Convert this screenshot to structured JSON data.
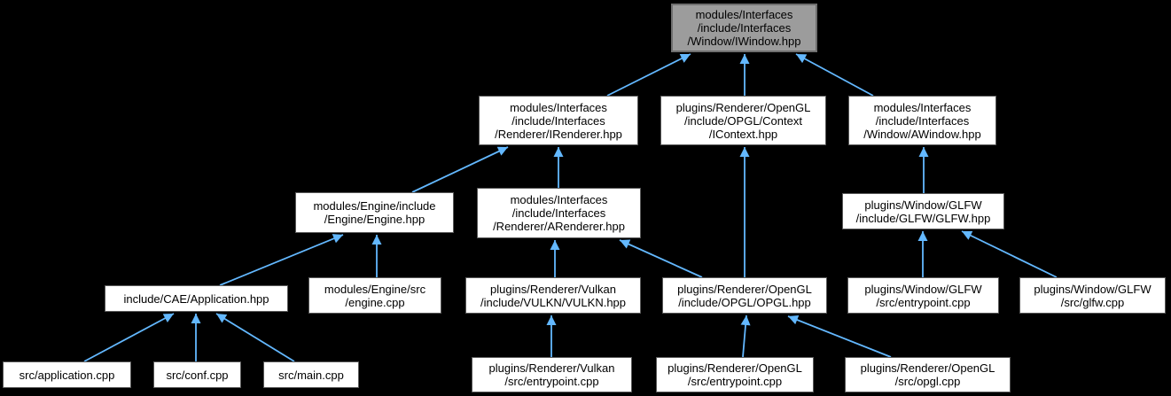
{
  "diagram": {
    "kind": "include-dependency-graph",
    "colors": {
      "background": "#000000",
      "edge": "#63b8ff",
      "node_background": "#ffffff",
      "node_border": "#595959",
      "highlight_background": "#9c9c9c",
      "highlight_border": "#6f6f6f",
      "text": "#000000"
    }
  },
  "nodes": [
    {
      "id": "iwindow-hpp",
      "label": "modules/Interfaces\n/include/Interfaces\n/Window/IWindow.hpp",
      "highlighted": true
    },
    {
      "id": "irenderer-hpp",
      "label": "modules/Interfaces\n/include/Interfaces\n/Renderer/IRenderer.hpp",
      "highlighted": false
    },
    {
      "id": "icontext-hpp",
      "label": "plugins/Renderer/OpenGL\n/include/OPGL/Context\n/IContext.hpp",
      "highlighted": false
    },
    {
      "id": "awindow-hpp",
      "label": "modules/Interfaces\n/include/Interfaces\n/Window/AWindow.hpp",
      "highlighted": false
    },
    {
      "id": "engine-hpp",
      "label": "modules/Engine/include\n/Engine/Engine.hpp",
      "highlighted": false
    },
    {
      "id": "arenderer-hpp",
      "label": "modules/Interfaces\n/include/Interfaces\n/Renderer/ARenderer.hpp",
      "highlighted": false
    },
    {
      "id": "glfw-hpp",
      "label": "plugins/Window/GLFW\n/include/GLFW/GLFW.hpp",
      "highlighted": false
    },
    {
      "id": "application-hpp",
      "label": "include/CAE/Application.hpp",
      "highlighted": false
    },
    {
      "id": "engine-cpp",
      "label": "modules/Engine/src\n/engine.cpp",
      "highlighted": false
    },
    {
      "id": "vulkn-hpp",
      "label": "plugins/Renderer/Vulkan\n/include/VULKN/VULKN.hpp",
      "highlighted": false
    },
    {
      "id": "opgl-hpp",
      "label": "plugins/Renderer/OpenGL\n/include/OPGL/OPGL.hpp",
      "highlighted": false
    },
    {
      "id": "glfw-entrypoint-cpp",
      "label": "plugins/Window/GLFW\n/src/entrypoint.cpp",
      "highlighted": false
    },
    {
      "id": "glfw-cpp",
      "label": "plugins/Window/GLFW\n/src/glfw.cpp",
      "highlighted": false
    },
    {
      "id": "application-cpp",
      "label": "src/application.cpp",
      "highlighted": false
    },
    {
      "id": "conf-cpp",
      "label": "src/conf.cpp",
      "highlighted": false
    },
    {
      "id": "main-cpp",
      "label": "src/main.cpp",
      "highlighted": false
    },
    {
      "id": "vulkan-entrypoint-cpp",
      "label": "plugins/Renderer/Vulkan\n/src/entrypoint.cpp",
      "highlighted": false
    },
    {
      "id": "opengl-entrypoint-cpp",
      "label": "plugins/Renderer/OpenGL\n/src/entrypoint.cpp",
      "highlighted": false
    },
    {
      "id": "opgl-cpp",
      "label": "plugins/Renderer/OpenGL\n/src/opgl.cpp",
      "highlighted": false
    }
  ],
  "edges": [
    {
      "from": "irenderer-hpp",
      "to": "iwindow-hpp"
    },
    {
      "from": "icontext-hpp",
      "to": "iwindow-hpp"
    },
    {
      "from": "awindow-hpp",
      "to": "iwindow-hpp"
    },
    {
      "from": "engine-hpp",
      "to": "irenderer-hpp"
    },
    {
      "from": "arenderer-hpp",
      "to": "irenderer-hpp"
    },
    {
      "from": "opgl-hpp",
      "to": "icontext-hpp"
    },
    {
      "from": "glfw-hpp",
      "to": "awindow-hpp"
    },
    {
      "from": "application-hpp",
      "to": "engine-hpp"
    },
    {
      "from": "engine-cpp",
      "to": "engine-hpp"
    },
    {
      "from": "vulkn-hpp",
      "to": "arenderer-hpp"
    },
    {
      "from": "opgl-hpp",
      "to": "arenderer-hpp"
    },
    {
      "from": "glfw-entrypoint-cpp",
      "to": "glfw-hpp"
    },
    {
      "from": "glfw-cpp",
      "to": "glfw-hpp"
    },
    {
      "from": "application-cpp",
      "to": "application-hpp"
    },
    {
      "from": "conf-cpp",
      "to": "application-hpp"
    },
    {
      "from": "main-cpp",
      "to": "application-hpp"
    },
    {
      "from": "vulkan-entrypoint-cpp",
      "to": "vulkn-hpp"
    },
    {
      "from": "opengl-entrypoint-cpp",
      "to": "opgl-hpp"
    },
    {
      "from": "opgl-cpp",
      "to": "opgl-hpp"
    }
  ]
}
